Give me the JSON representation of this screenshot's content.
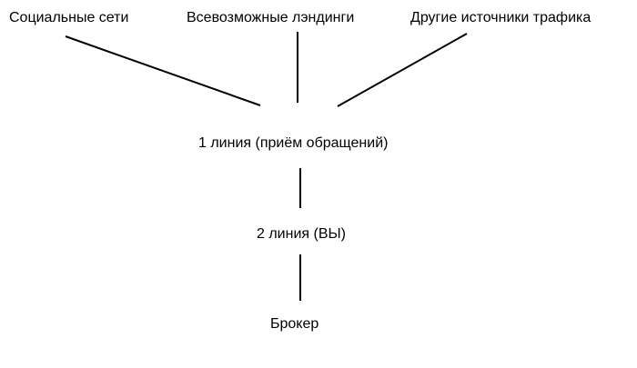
{
  "sources": [
    {
      "label": "Социальные сети"
    },
    {
      "label": "Всевозможные лэндинги"
    },
    {
      "label": "Другие источники трафика"
    }
  ],
  "levels": [
    {
      "label": "1 линия (приём обращений)"
    },
    {
      "label": "2 линия (ВЫ)"
    },
    {
      "label": "Брокер"
    }
  ],
  "colors": {
    "background": "#ffffff",
    "text": "#000000",
    "connector": "#000000"
  }
}
